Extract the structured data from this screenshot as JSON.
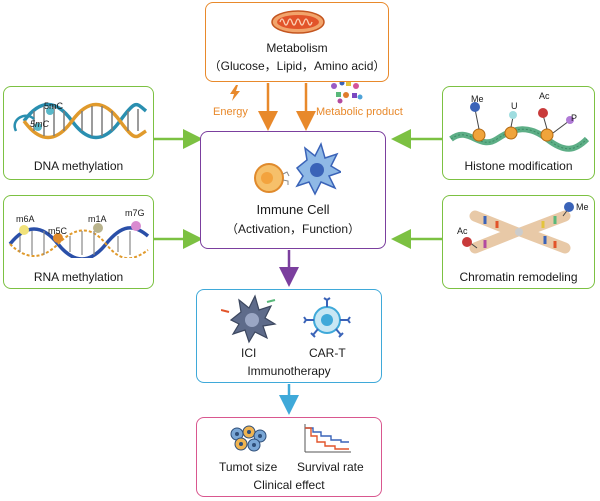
{
  "colors": {
    "orange": "#E8892B",
    "green": "#7CC142",
    "purple": "#7B3F9E",
    "blue": "#3FA9D9",
    "pink": "#D9578F"
  },
  "metabolism": {
    "title": "Metabolism",
    "subtitle": "（Glucose，Lipid，Amino acid）",
    "energy_label": "Energy",
    "product_label": "Metabolic product"
  },
  "immune_cell": {
    "title": "Immune Cell",
    "subtitle": "（Activation，Function）"
  },
  "dna": {
    "title": "DNA methylation",
    "tags": [
      "5mC",
      "5mC"
    ]
  },
  "rna": {
    "title": "RNA methylation",
    "tags": [
      "m6A",
      "m5C",
      "m1A",
      "m7G"
    ]
  },
  "histone": {
    "title": "Histone modification",
    "tags": [
      "Me",
      "U",
      "Ac",
      "P"
    ]
  },
  "chromatin": {
    "title": "Chromatin remodeling",
    "tags": [
      "Ac",
      "Me"
    ]
  },
  "immunotherapy": {
    "title": "Immunotherapy",
    "items": [
      "ICI",
      "CAR-T"
    ]
  },
  "clinical": {
    "title": "Clinical effect",
    "items": [
      "Tumot size",
      "Survival rate"
    ]
  }
}
